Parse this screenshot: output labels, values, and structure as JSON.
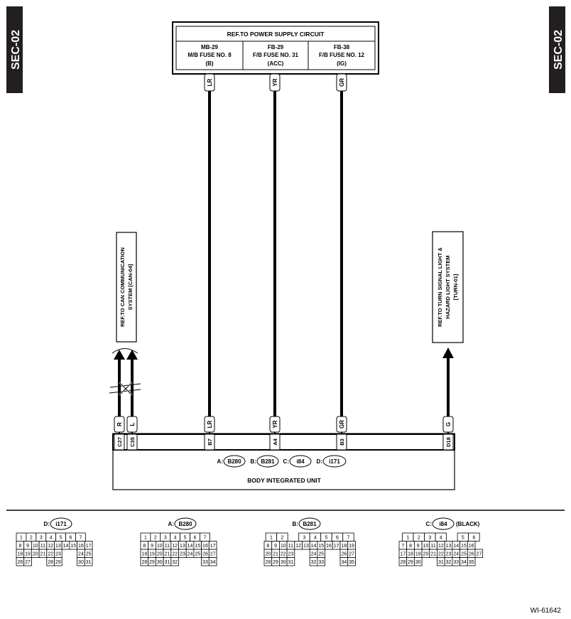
{
  "sec_tab": "SEC-02",
  "figure_id": "WI-61642",
  "power_box": {
    "title": "REF.TO POWER SUPPLY CIRCUIT",
    "cols": [
      {
        "l1": "MB-29",
        "l2": "M/B FUSE NO. 8",
        "l3": "(B)"
      },
      {
        "l1": "FB-29",
        "l2": "F/B FUSE NO. 31",
        "l3": "(ACC)"
      },
      {
        "l1": "FB-38",
        "l2": "F/B FUSE NO. 12",
        "l3": "(IG)"
      }
    ]
  },
  "can_ref": {
    "l1": "REF.TO CAN COMMUNICATION",
    "l2": "SYSTEM [CAN-04]"
  },
  "turn_ref": {
    "l1": "REF.TO TURN SIGNAL LIGHT &",
    "l2": "HAZARD LIGHT SYSTEM",
    "l3": "[TURN-01]"
  },
  "wires": [
    {
      "color": "R",
      "pin": "C27"
    },
    {
      "color": "L",
      "pin": "C35"
    },
    {
      "color": "LR",
      "pin": "B7"
    },
    {
      "color": "YR",
      "pin": "A4"
    },
    {
      "color": "GR",
      "pin": "B3"
    },
    {
      "color": "G",
      "pin": "D18"
    }
  ],
  "top_wire_labels": [
    "LR",
    "YR",
    "GR"
  ],
  "unit": {
    "name": "BODY INTEGRATED UNIT",
    "connectors": [
      {
        "prefix": "A:",
        "code": "B280"
      },
      {
        "prefix": "B:",
        "code": "B281"
      },
      {
        "prefix": "C:",
        "code": "i84"
      },
      {
        "prefix": "D:",
        "code": "i171"
      }
    ]
  },
  "connector_diagrams": [
    {
      "prefix": "D:",
      "code": "i171",
      "note": "",
      "rows": [
        [
          "1",
          "2",
          "3",
          "4",
          "5",
          "6",
          "7"
        ],
        [
          "8",
          "9",
          "10",
          "11",
          "12",
          "13",
          "14",
          "15",
          "16",
          "17"
        ],
        [
          "18",
          "19",
          "20",
          "21",
          "22",
          "23",
          "",
          "",
          "24",
          "25"
        ],
        [
          "26",
          "27",
          "",
          "",
          "28",
          "29",
          "",
          "",
          "30",
          "31"
        ]
      ]
    },
    {
      "prefix": "A:",
      "code": "B280",
      "note": "",
      "rows": [
        [
          "1",
          "2",
          "3",
          "4",
          "5",
          "6",
          "7"
        ],
        [
          "8",
          "9",
          "10",
          "11",
          "12",
          "13",
          "14",
          "15",
          "16",
          "17"
        ],
        [
          "18",
          "19",
          "20",
          "21",
          "22",
          "23",
          "24",
          "25",
          "26",
          "27"
        ],
        [
          "28",
          "29",
          "30",
          "31",
          "32",
          "",
          "",
          "",
          "33",
          "34"
        ]
      ]
    },
    {
      "prefix": "B:",
      "code": "B281",
      "note": "",
      "rows": [
        [
          "1",
          "2",
          "",
          "3",
          "4",
          "5",
          "6",
          "7"
        ],
        [
          "8",
          "9",
          "10",
          "11",
          "12",
          "13",
          "14",
          "15",
          "16",
          "17",
          "18",
          "19"
        ],
        [
          "20",
          "21",
          "22",
          "23",
          "",
          "",
          "24",
          "25",
          "",
          "",
          "26",
          "27"
        ],
        [
          "28",
          "29",
          "30",
          "31",
          "",
          "",
          "32",
          "33",
          "",
          "",
          "34",
          "35"
        ]
      ]
    },
    {
      "prefix": "C:",
      "code": "i84",
      "note": "(BLACK)",
      "rows": [
        [
          "1",
          "2",
          "3",
          "4",
          "",
          "5",
          "6"
        ],
        [
          "7",
          "8",
          "9",
          "10",
          "11",
          "12",
          "13",
          "14",
          "15",
          "16"
        ],
        [
          "17",
          "18",
          "19",
          "20",
          "21",
          "22",
          "23",
          "24",
          "25",
          "26",
          "27"
        ],
        [
          "28",
          "29",
          "30",
          "",
          "",
          "31",
          "32",
          "33",
          "34",
          "35"
        ]
      ]
    }
  ]
}
